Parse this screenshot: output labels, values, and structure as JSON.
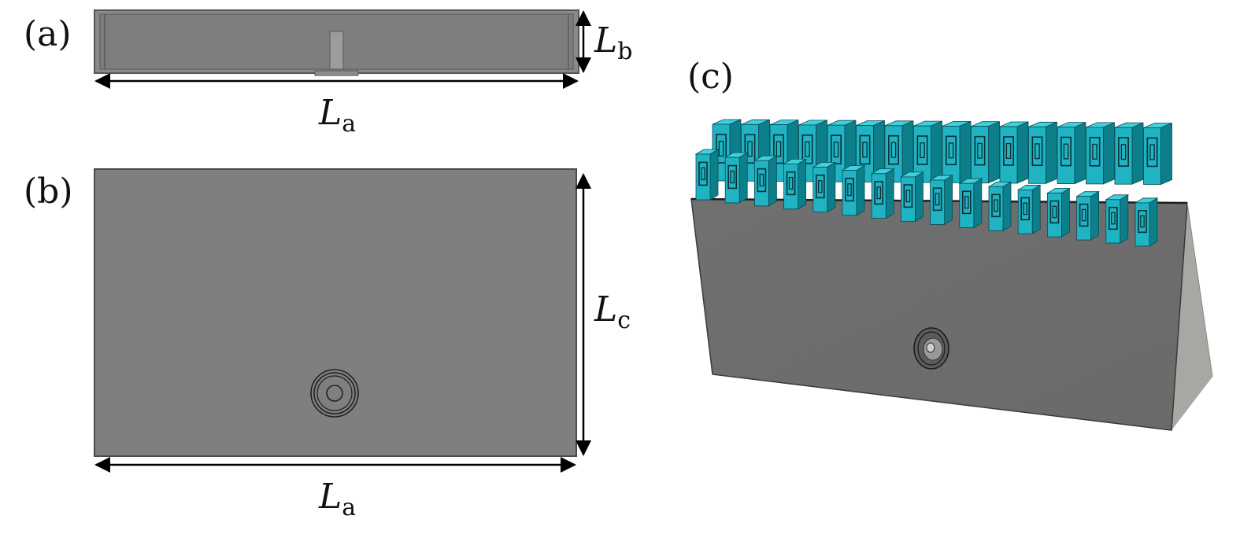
{
  "panels": {
    "a": {
      "label": "(a)",
      "width_dim": {
        "main": "L",
        "sub": "a"
      },
      "height_dim": {
        "main": "L",
        "sub": "b"
      }
    },
    "b": {
      "label": "(b)",
      "width_dim": {
        "main": "L",
        "sub": "a"
      },
      "height_dim": {
        "main": "L",
        "sub": "c"
      }
    },
    "c": {
      "label": "(c)",
      "element_rows": 2,
      "elements_per_row": 16
    }
  },
  "colors": {
    "box_gray": "#808080",
    "box_dark": "#6f6f6f",
    "box_side": "#a8a6a2",
    "element_cyan": "#1fb3c3",
    "element_cyan_light": "#3fd0de",
    "element_cyan_dark": "#0d7f8b",
    "outline": "#2a2a2a"
  }
}
